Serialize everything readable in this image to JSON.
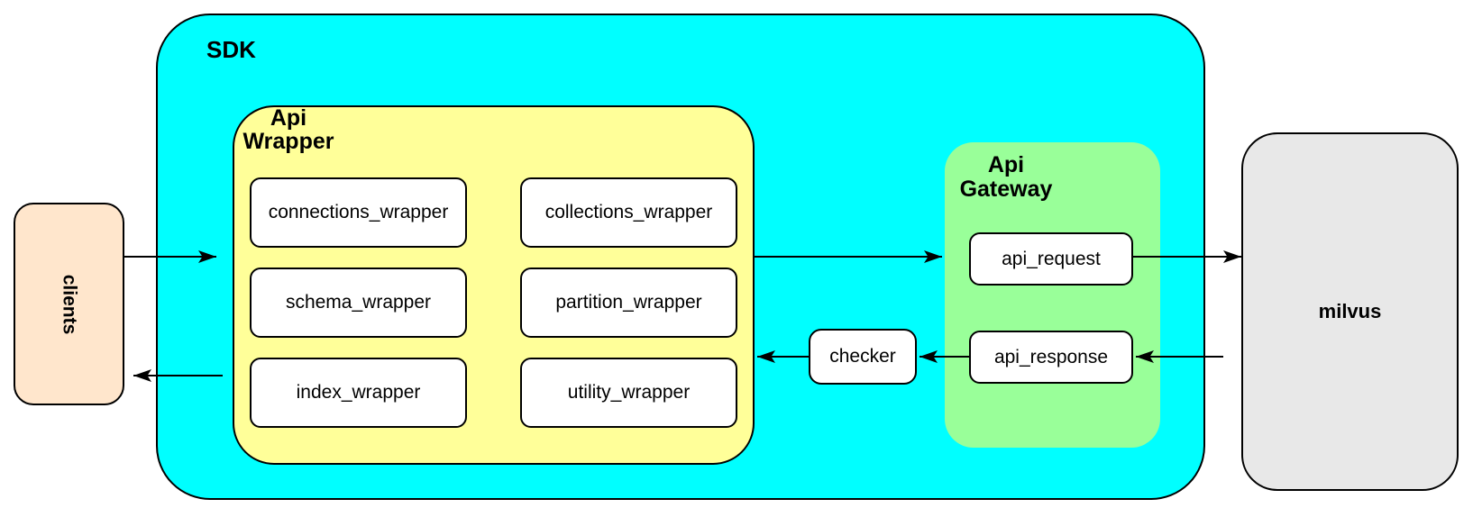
{
  "diagram_type": "architecture-flow",
  "colors": {
    "sdk_fill": "#00ffff",
    "api_wrapper_fill": "#ffff99",
    "api_gateway_fill": "#99ff99",
    "clients_fill": "#ffe6cc",
    "milvus_fill": "#e8e8e8",
    "module_fill": "#ffffff",
    "stroke": "#000000"
  },
  "nodes": {
    "clients": {
      "label": "clients"
    },
    "sdk": {
      "label": "SDK"
    },
    "api_wrapper": {
      "title_line1": "Api",
      "title_line2": "Wrapper",
      "modules": [
        "connections_wrapper",
        "collections_wrapper",
        "schema_wrapper",
        "partition_wrapper",
        "index_wrapper",
        "utility_wrapper"
      ]
    },
    "checker": {
      "label": "checker"
    },
    "api_gateway": {
      "title_line1": "Api",
      "title_line2": "Gateway",
      "request_label": "api_request",
      "response_label": "api_response"
    },
    "milvus": {
      "label": "milvus"
    }
  },
  "edges": [
    {
      "from": "clients",
      "to": "api_wrapper"
    },
    {
      "from": "api_wrapper",
      "to": "api_gateway"
    },
    {
      "from": "api_request",
      "to": "milvus"
    },
    {
      "from": "milvus",
      "to": "api_response"
    },
    {
      "from": "api_response",
      "to": "checker"
    },
    {
      "from": "checker",
      "to": "api_wrapper"
    },
    {
      "from": "api_wrapper",
      "to": "clients"
    }
  ]
}
